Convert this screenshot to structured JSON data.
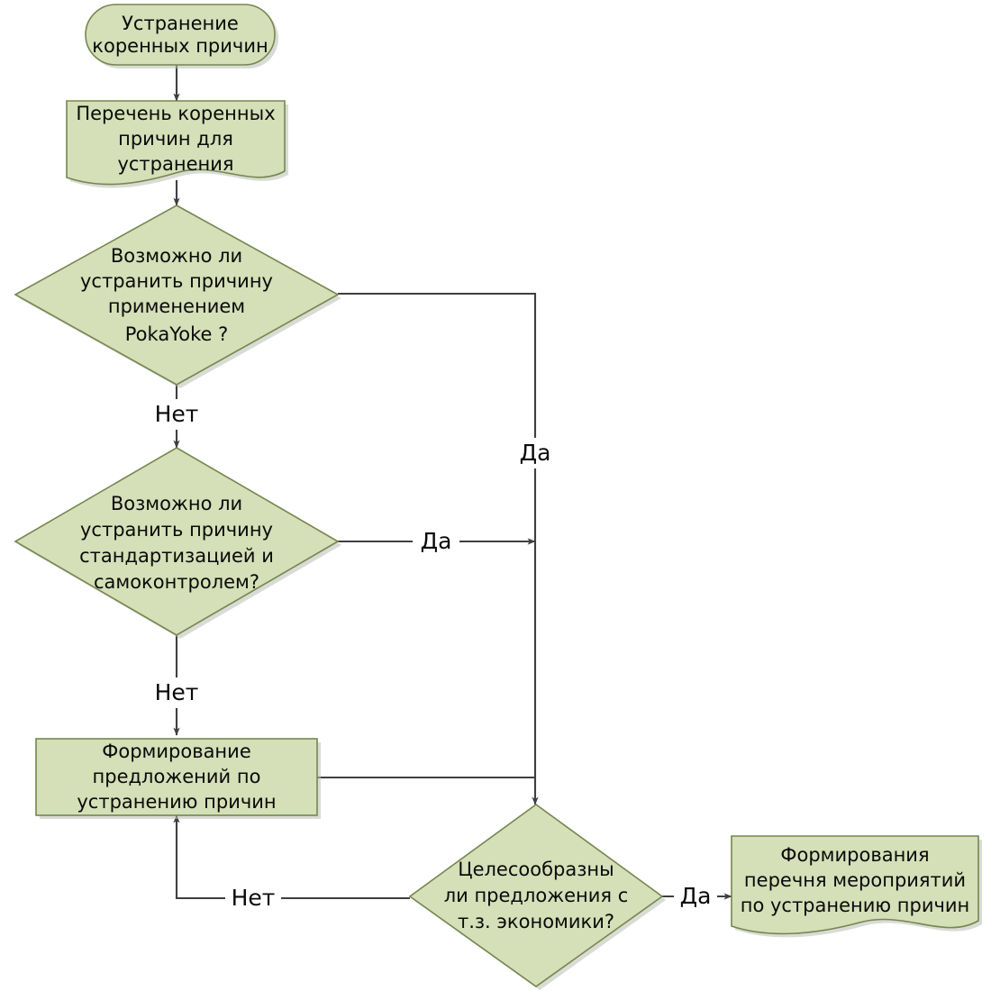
{
  "diagram": {
    "title": "Устранение коренных причин",
    "language": "ru",
    "palette": {
      "node_fill": "#d5dfb8",
      "node_stroke": "#76864f",
      "edge_stroke": "#3f3f3f",
      "text": "#0a0a0a",
      "background": "#ffffff",
      "shadow": "#b9bdb2"
    },
    "nodes": [
      {
        "id": "start",
        "shape": "terminator",
        "lines": [
          "Устранение",
          "коренных причин"
        ]
      },
      {
        "id": "doc-list",
        "shape": "document",
        "lines": [
          "Перечень коренных",
          "причин для",
          "устранения"
        ]
      },
      {
        "id": "decision-pokayoke",
        "shape": "decision",
        "lines": [
          "Возможно ли",
          "устранить причину",
          "применением",
          "PokaYoke ?"
        ]
      },
      {
        "id": "decision-standard",
        "shape": "decision",
        "lines": [
          "Возможно ли",
          "устранить причину",
          "стандартизацией и",
          "самоконтролем?"
        ]
      },
      {
        "id": "process-proposals",
        "shape": "process",
        "lines": [
          "Формирование",
          "предложений по",
          "устранению причин"
        ]
      },
      {
        "id": "decision-economics",
        "shape": "decision",
        "lines": [
          "Целесообразны",
          "ли предложения с",
          "т.з. экономики?"
        ]
      },
      {
        "id": "doc-measures",
        "shape": "document",
        "lines": [
          "Формирования",
          "перечня мероприятий",
          "по устранению причин"
        ]
      }
    ],
    "edges": [
      {
        "id": "e-start-doc",
        "from": "start",
        "to": "doc-list",
        "label": ""
      },
      {
        "id": "e-doc-pokayoke",
        "from": "doc-list",
        "to": "decision-pokayoke",
        "label": ""
      },
      {
        "id": "e-pokayoke-no",
        "from": "decision-pokayoke",
        "to": "decision-standard",
        "label": "Нет"
      },
      {
        "id": "e-pokayoke-yes",
        "from": "decision-pokayoke",
        "to": "decision-economics",
        "label": "Да"
      },
      {
        "id": "e-standard-no",
        "from": "decision-standard",
        "to": "process-proposals",
        "label": "Нет"
      },
      {
        "id": "e-standard-yes",
        "from": "decision-standard",
        "to": "decision-economics",
        "label": "Да"
      },
      {
        "id": "e-process-economics",
        "from": "process-proposals",
        "to": "decision-economics",
        "label": ""
      },
      {
        "id": "e-economics-no",
        "from": "decision-economics",
        "to": "process-proposals",
        "label": "Нет"
      },
      {
        "id": "e-economics-yes",
        "from": "decision-economics",
        "to": "doc-measures",
        "label": "Да"
      }
    ]
  }
}
